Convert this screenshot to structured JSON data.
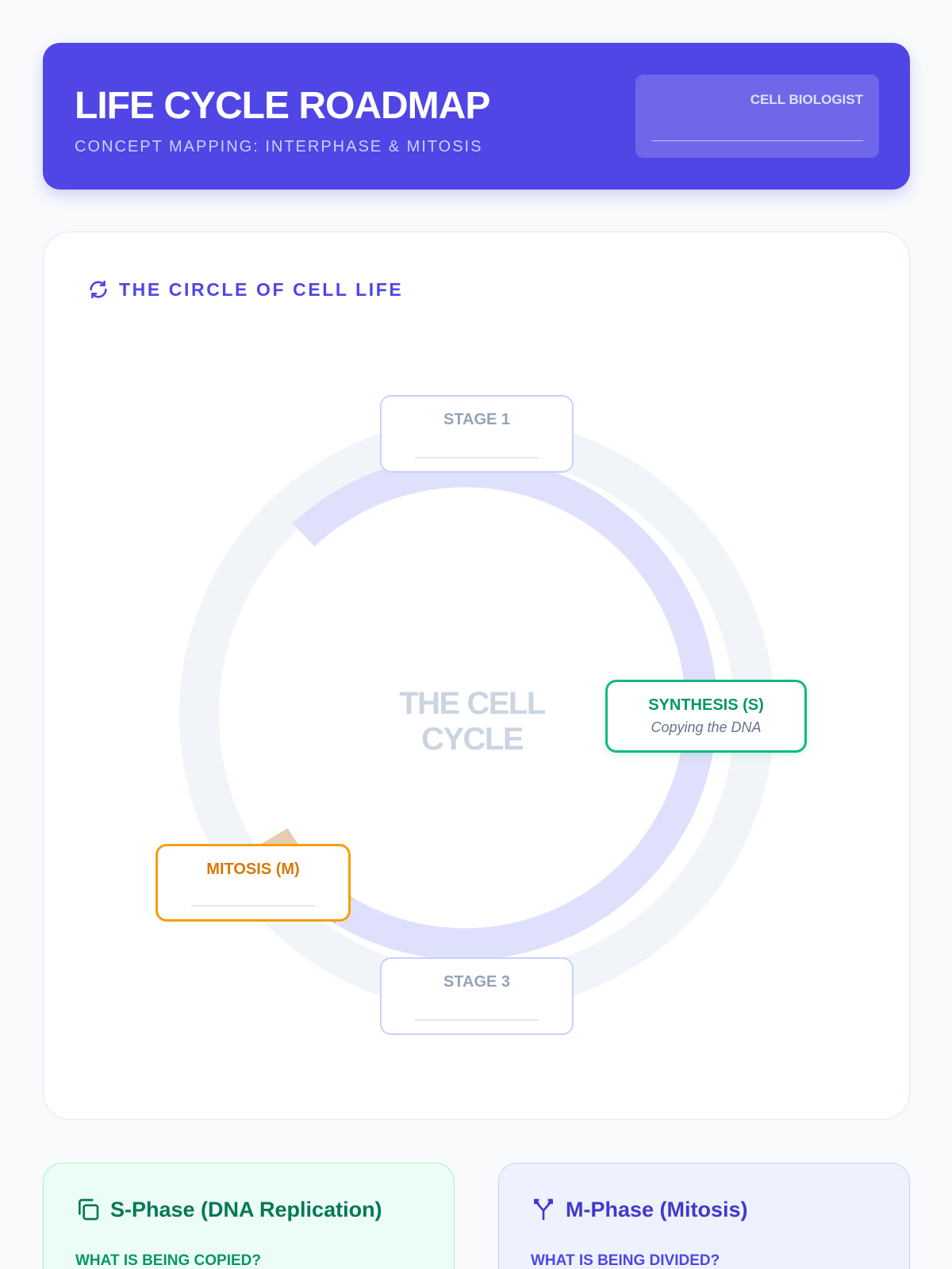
{
  "header": {
    "title": "LIFE CYCLE ROADMAP",
    "subtitle": "CONCEPT MAPPING: INTERPHASE & MITOSIS",
    "role_label": "CELL BIOLOGIST"
  },
  "cycle": {
    "section_title": "THE CIRCLE OF CELL LIFE",
    "center_text": "THE CELL CYCLE",
    "stages": {
      "top": {
        "label": "STAGE 1"
      },
      "right": {
        "label": "SYNTHESIS (S)",
        "description": "Copying the DNA"
      },
      "bottom": {
        "label": "STAGE 3"
      },
      "left": {
        "label": "MITOSIS (M)"
      }
    }
  },
  "cards": {
    "s_phase": {
      "title": "S-Phase (DNA Replication)",
      "question": "WHAT IS BEING COPIED?"
    },
    "m_phase": {
      "title": "M-Phase (Mitosis)",
      "question": "WHAT IS BEING DIVIDED?"
    }
  },
  "colors": {
    "accent": "#4f46e5",
    "synthesis": "#10b981",
    "mitosis": "#f59e0b"
  },
  "icons": {
    "section": "refresh-icon",
    "s_phase": "copy-icon",
    "m_phase": "split-arrows-icon"
  }
}
